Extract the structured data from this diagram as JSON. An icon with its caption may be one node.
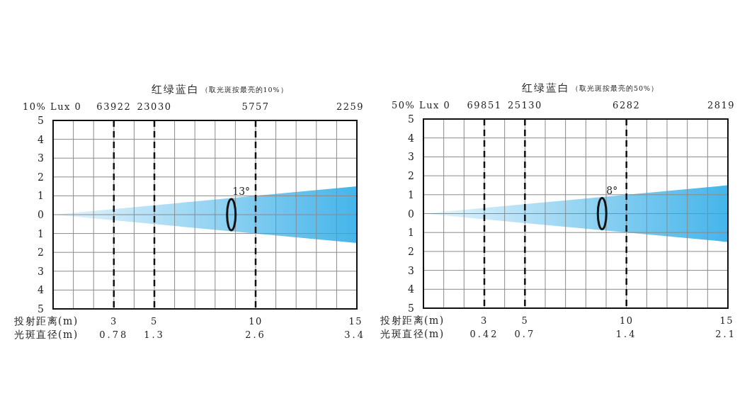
{
  "diagram": {
    "labels": [
      "红绿蓝白",
      "（取光斑按最亮的10%）",
      "10% Lux 0",
      "63922",
      "23030",
      "5757",
      "2259",
      "5",
      "4",
      "3",
      "2",
      "1",
      "0",
      "1",
      "2",
      "3",
      "4",
      "5",
      "13°",
      "投射距离(m)",
      "3",
      "5",
      "10",
      "15",
      "光斑直径(m)",
      "0.78",
      "1.3",
      "2.6",
      "3.4",
      "红绿蓝白",
      "（取光斑按最亮的50%）",
      "50% Lux 0",
      "69851",
      "25130",
      "6282",
      "2819",
      "5",
      "4",
      "3",
      "2",
      "1",
      "0",
      "1",
      "2",
      "3",
      "4",
      "5",
      "8°",
      "投射距离(m)",
      "3",
      "5",
      "10",
      "15",
      "光斑直径(m)",
      "0.42",
      "0.7",
      "1.4",
      "2.1"
    ]
  }
}
